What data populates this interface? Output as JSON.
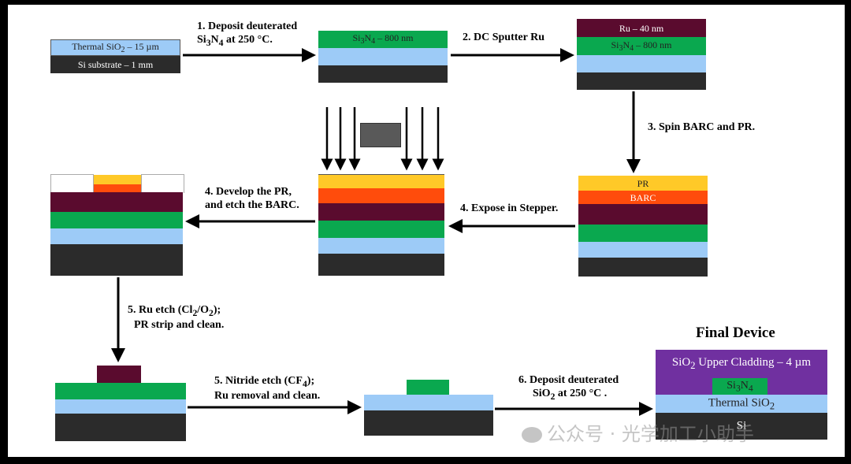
{
  "colors": {
    "si": "#2b2b2b",
    "thermal_sio2": "#9dcbf7",
    "si3n4": "#0aa84f",
    "ru": "#5a0b2e",
    "barc": "#ff4c0c",
    "pr": "#ffc928",
    "upper_cladding": "#7030a0",
    "mask": "#595959"
  },
  "steps": {
    "s1_line1": "1. Deposit deuterated",
    "s1_line2_pre": "Si",
    "s1_line2_sub1": "3",
    "s1_line2_mid": "N",
    "s1_line2_sub2": "4",
    "s1_line2_post": " at 250 °C.",
    "s2": "2. DC Sputter Ru",
    "s3": "3. Spin BARC and PR.",
    "s4a_line1": "4. Develop the PR,",
    "s4a_line2": "and etch the BARC.",
    "s4b": "4. Expose in Stepper.",
    "s5a_line1_pre": "5. Ru etch (Cl",
    "s5a_line1_sub1": "2",
    "s5a_line1_mid": "/O",
    "s5a_line1_sub2": "2",
    "s5a_line1_post": ");",
    "s5a_line2": "PR strip and clean.",
    "s5b_line1_pre": "5. Nitride etch (CF",
    "s5b_line1_sub": "4",
    "s5b_line1_post": ");",
    "s5b_line2": "Ru removal and clean.",
    "s6_line1": "6. Deposit deuterated",
    "s6_line2_pre": "SiO",
    "s6_line2_sub": "2",
    "s6_line2_post": " at 250 °C ."
  },
  "labels": {
    "thermal_pre": "Thermal SiO",
    "thermal_sub": "2",
    "thermal_post": " – 15 µm",
    "si_substrate": "Si substrate – 1 mm",
    "sin_pre": "Si",
    "sin_sub1": "3",
    "sin_mid": "N",
    "sin_sub2": "4",
    "sin_post": " – 800 nm",
    "ru": "Ru – 40 nm",
    "pr": "PR",
    "barc": "BARC"
  },
  "final": {
    "title": "Final Device",
    "cladding_pre": "SiO",
    "cladding_sub": "2",
    "cladding_post": " Upper Cladding – 4 µm",
    "core_pre": "Si",
    "core_sub1": "3",
    "core_mid": "N",
    "core_sub2": "4",
    "thermal_pre": "Thermal SiO",
    "thermal_sub": "2",
    "si": "Si"
  },
  "watermark": "公众号 · 光学加工小助手"
}
